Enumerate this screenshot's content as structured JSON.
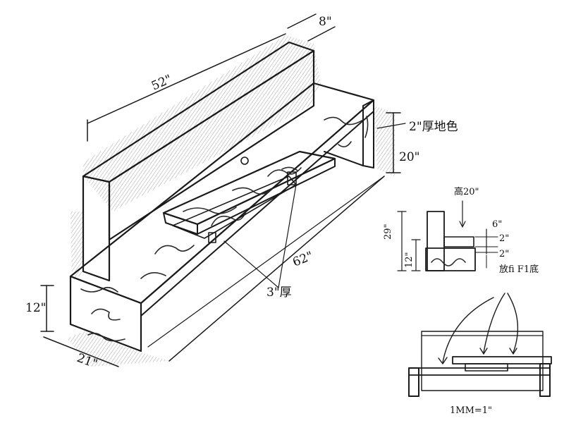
{
  "dimensions": {
    "top_depth": "8\"",
    "long_length": "52\"",
    "finish_note": "2\"厚地色",
    "right_height": "20\"",
    "diagonal_length": "62\"",
    "left_height": "12\"",
    "base_width": "21\"",
    "board_thickness": "3\"厚"
  },
  "detail": {
    "height_note": "高20\"",
    "total_height": "29\"",
    "lower_height": "12\"",
    "seat_width": "6\"",
    "gap_upper": "2\"",
    "gap_lower": "2\""
  },
  "section": {
    "callout": "放fi F1底",
    "scale": "1MM=1\""
  }
}
